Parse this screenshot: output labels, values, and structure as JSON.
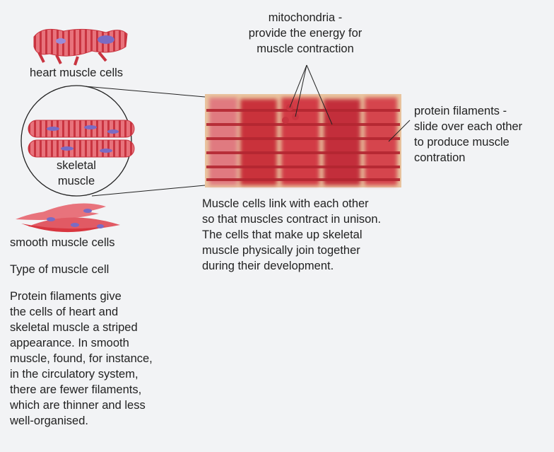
{
  "labels": {
    "mitochondria": "mitochondria -\nprovide the energy for\nmuscle contraction",
    "heart_cells": "heart muscle cells",
    "skeletal": "skeletal\nmuscle",
    "protein_filaments": "protein filaments -\nslide over each other\nto produce muscle\ncontration",
    "smooth_cells": "smooth muscle cells",
    "type_caption": "Type of muscle cell"
  },
  "paragraphs": {
    "link": "Muscle cells link with each other\nso that muscles contract in unison.\nThe cells that make up skeletal\nmuscle physically join together\nduring their development.",
    "protein": "Protein filaments give\nthe cells of heart and\nskeletal muscle a striped\nappearance. In smooth\nmuscle, found, for instance,\nin the circulatory system,\nthere are fewer filaments,\nwhich are thinner and less\nwell-organised."
  },
  "colors": {
    "background": "#f2f3f5",
    "muscle_red": "#d8353f",
    "muscle_pink": "#e8737c",
    "tissue_tan": "#e9c6a0",
    "nucleus_purple": "#7a6bc4"
  }
}
